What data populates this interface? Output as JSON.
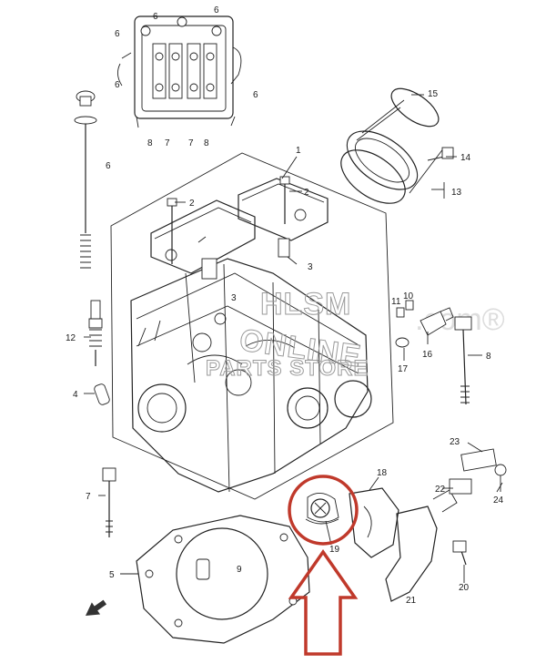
{
  "watermark": {
    "line1": "HLSM",
    "line2": "ONLINE",
    "line3": "PARTS STORE",
    "url": ".com®"
  },
  "callouts": {
    "c1": "1",
    "c2a": "2",
    "c2b": "2",
    "c3a": "3",
    "c3b": "3",
    "c4": "4",
    "c5": "5",
    "c6a": "6",
    "c6b": "6",
    "c6c": "6",
    "c6d": "6",
    "c6e": "6",
    "c6f": "6",
    "c7a": "7",
    "c7b": "7",
    "c7c": "7",
    "c8a": "8",
    "c8b": "8",
    "c8c": "8",
    "c9": "9",
    "c10": "10",
    "c11": "11",
    "c12": "12",
    "c13": "13",
    "c14": "14",
    "c15": "15",
    "c16": "16",
    "c17": "17",
    "c18": "18",
    "c19": "19",
    "c20": "20",
    "c21": "21",
    "c22": "22",
    "c23": "23",
    "c24": "24"
  },
  "colors": {
    "highlight": "#c0392b",
    "line": "#222222"
  },
  "icons": {
    "front": "front-direction-arrow-icon",
    "pointer": "highlight-arrow-icon"
  }
}
